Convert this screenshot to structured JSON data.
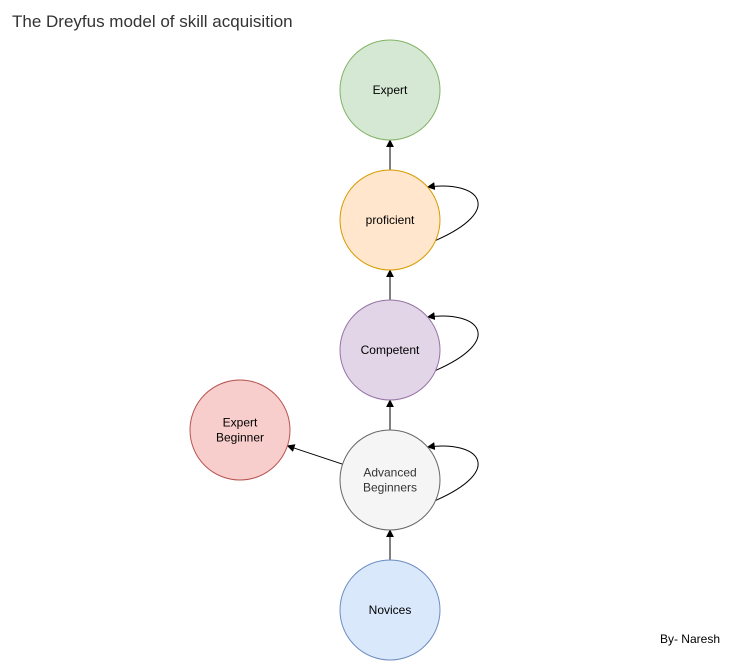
{
  "title": "The Dreyfus model of skill acquisition",
  "credit": "By- Naresh",
  "nodes": [
    {
      "id": "expert",
      "lines": [
        "Expert"
      ],
      "fill": "#d5e8d4",
      "stroke": "#82b366"
    },
    {
      "id": "proficient",
      "lines": [
        "proficient"
      ],
      "fill": "#ffe6cc",
      "stroke": "#d79b00"
    },
    {
      "id": "competent",
      "lines": [
        "Competent"
      ],
      "fill": "#e1d5e7",
      "stroke": "#9673a6"
    },
    {
      "id": "expert-beginner",
      "lines": [
        "Expert",
        "Beginner"
      ],
      "fill": "#f8cecc",
      "stroke": "#b85450"
    },
    {
      "id": "advanced-beginners",
      "lines": [
        "Advanced",
        "Beginners"
      ],
      "fill": "#f5f5f5",
      "stroke": "#666666"
    },
    {
      "id": "novices",
      "lines": [
        "Novices"
      ],
      "fill": "#dae8fc",
      "stroke": "#6c8ebf"
    }
  ],
  "edges": [
    {
      "from": "novices",
      "to": "advanced-beginners"
    },
    {
      "from": "advanced-beginners",
      "to": "competent"
    },
    {
      "from": "advanced-beginners",
      "to": "expert-beginner"
    },
    {
      "from": "competent",
      "to": "proficient"
    },
    {
      "from": "proficient",
      "to": "expert"
    },
    {
      "from": "advanced-beginners",
      "to": "advanced-beginners"
    },
    {
      "from": "competent",
      "to": "competent"
    },
    {
      "from": "proficient",
      "to": "proficient"
    }
  ]
}
